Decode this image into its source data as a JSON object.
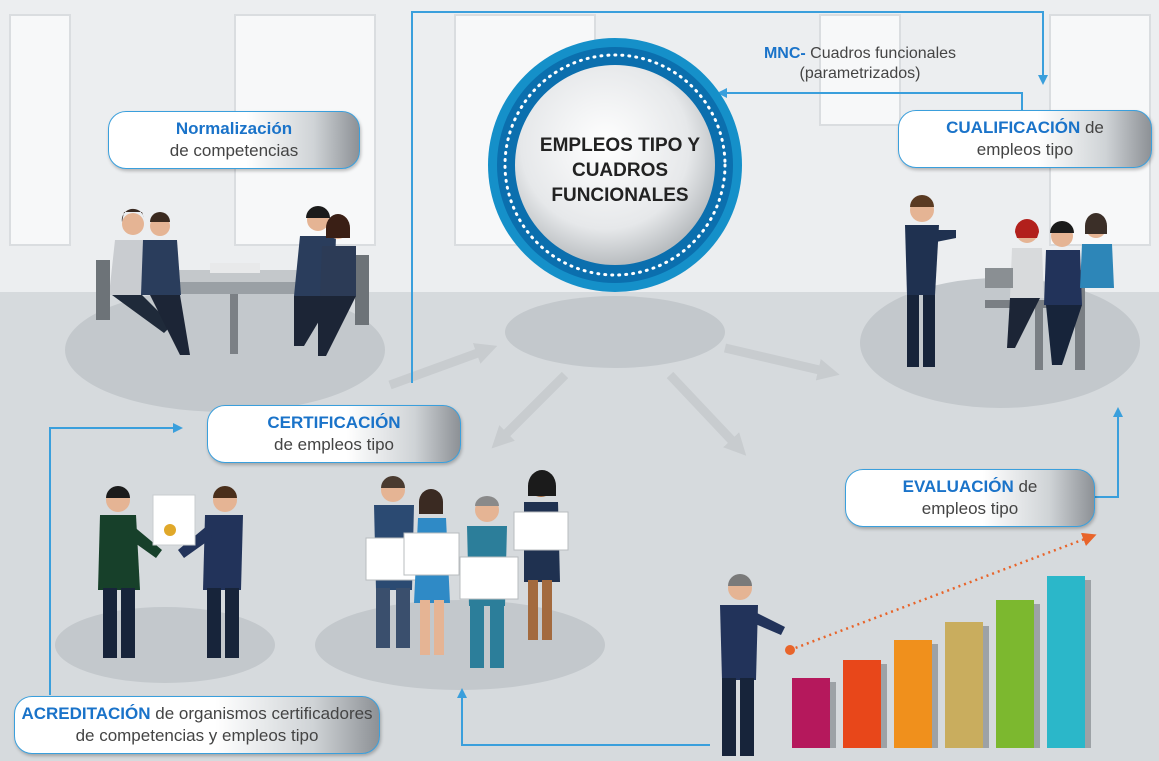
{
  "center": {
    "line1": "EMPLEOS TIPO Y",
    "line2": "CUADROS",
    "line3": "FUNCIONALES"
  },
  "mnc": {
    "bold": "MNC-",
    "text": " Cuadros funcionales",
    "line2": "(parametrizados)"
  },
  "normalizacion": {
    "bold": "Normalización",
    "line2": "de competencias"
  },
  "cualificacion": {
    "bold": "CUALIFICACIÓN",
    "rest": " de",
    "line2": "empleos tipo"
  },
  "certificacion": {
    "bold": "CERTIFICACIÓN",
    "line2": "de empleos tipo"
  },
  "evaluacion": {
    "bold": "EVALUACIÓN",
    "rest": " de",
    "line2": "empleos tipo"
  },
  "acreditacion": {
    "bold": "ACREDITACIÓN",
    "rest": " de organismos certificadores",
    "line2": "de competencias y empleos tipo"
  },
  "colors": {
    "accent": "#1a73c9",
    "border": "#3a9fdc",
    "background": "#d9dde0"
  },
  "bar_colors": [
    "#b5185c",
    "#e8471a",
    "#f0901c",
    "#c9ad5e",
    "#7cb82f",
    "#2bb7c9"
  ]
}
